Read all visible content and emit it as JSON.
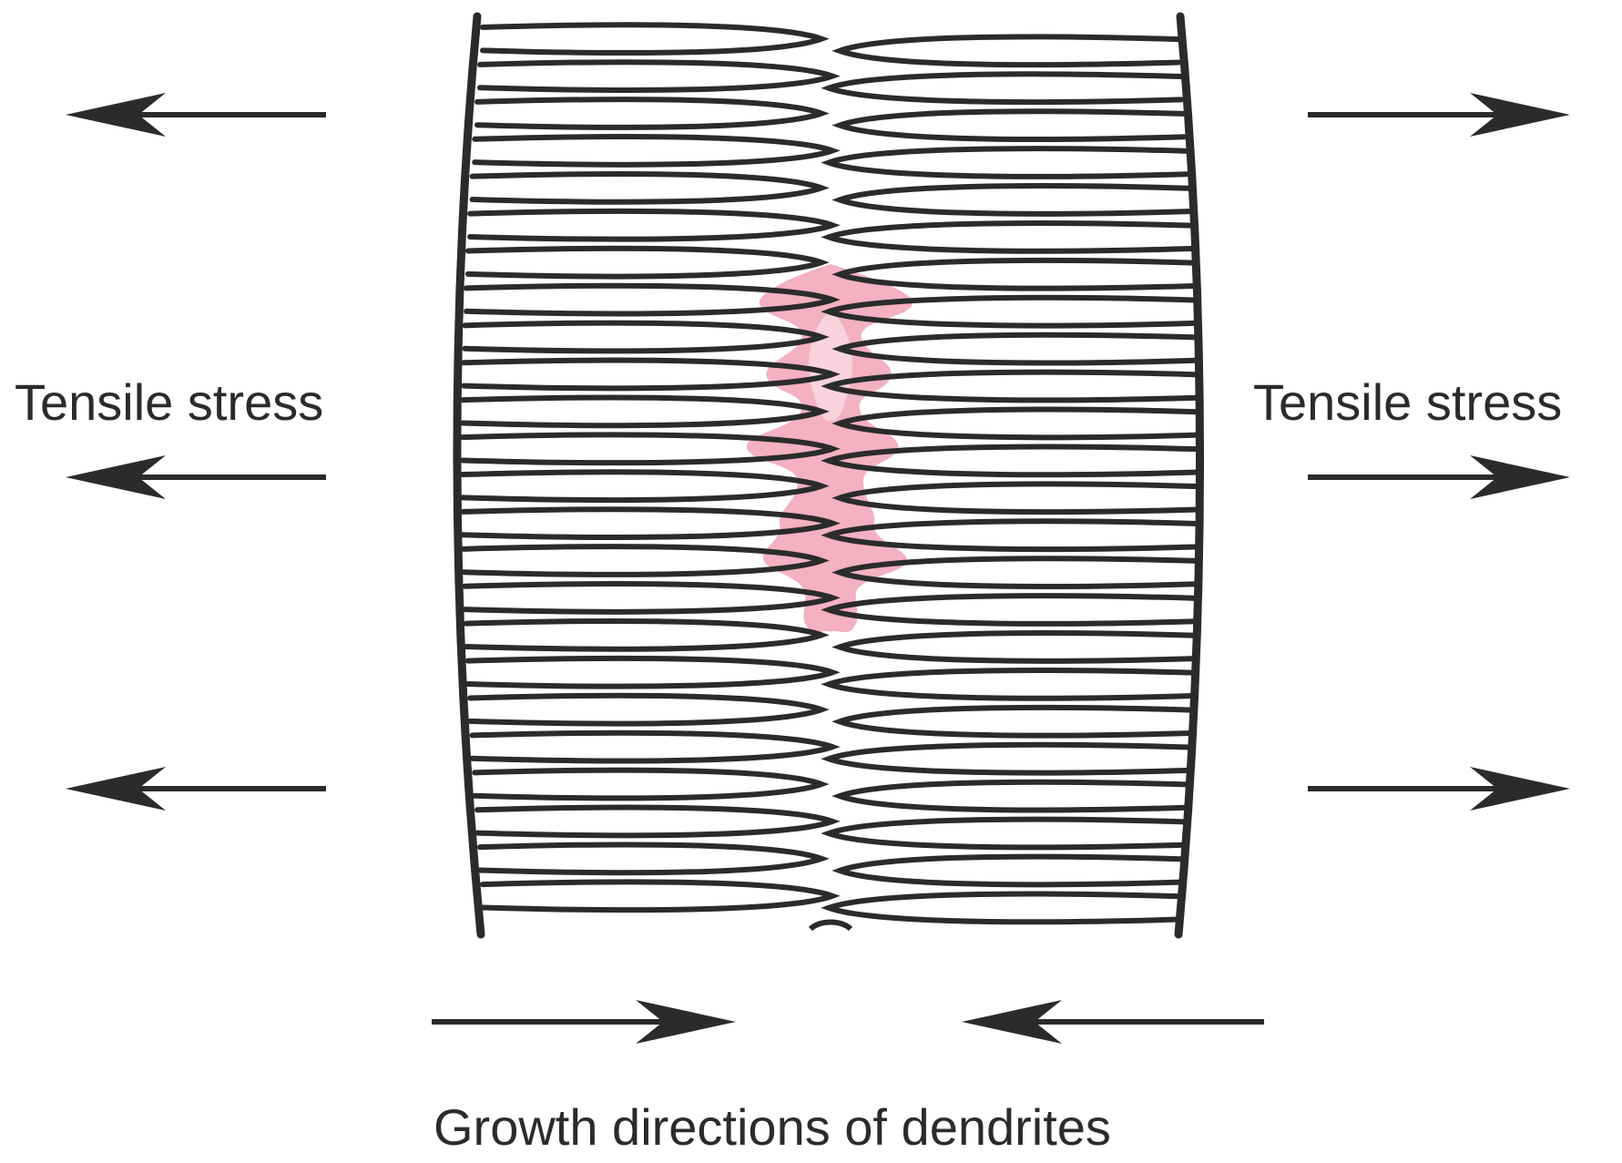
{
  "labels": {
    "left_stress": "Tensile stress",
    "right_stress": "Tensile stress",
    "growth": "Growth directions of dendrites"
  },
  "colors": {
    "stroke": "#2b2b2b",
    "segregation_fill": "#f2a9bd",
    "segregation_fill_light": "#f8d3dd"
  },
  "diagram": {
    "dendrite_rows": 24,
    "tensile_arrows_per_side": 3,
    "growth_arrows": 2
  }
}
